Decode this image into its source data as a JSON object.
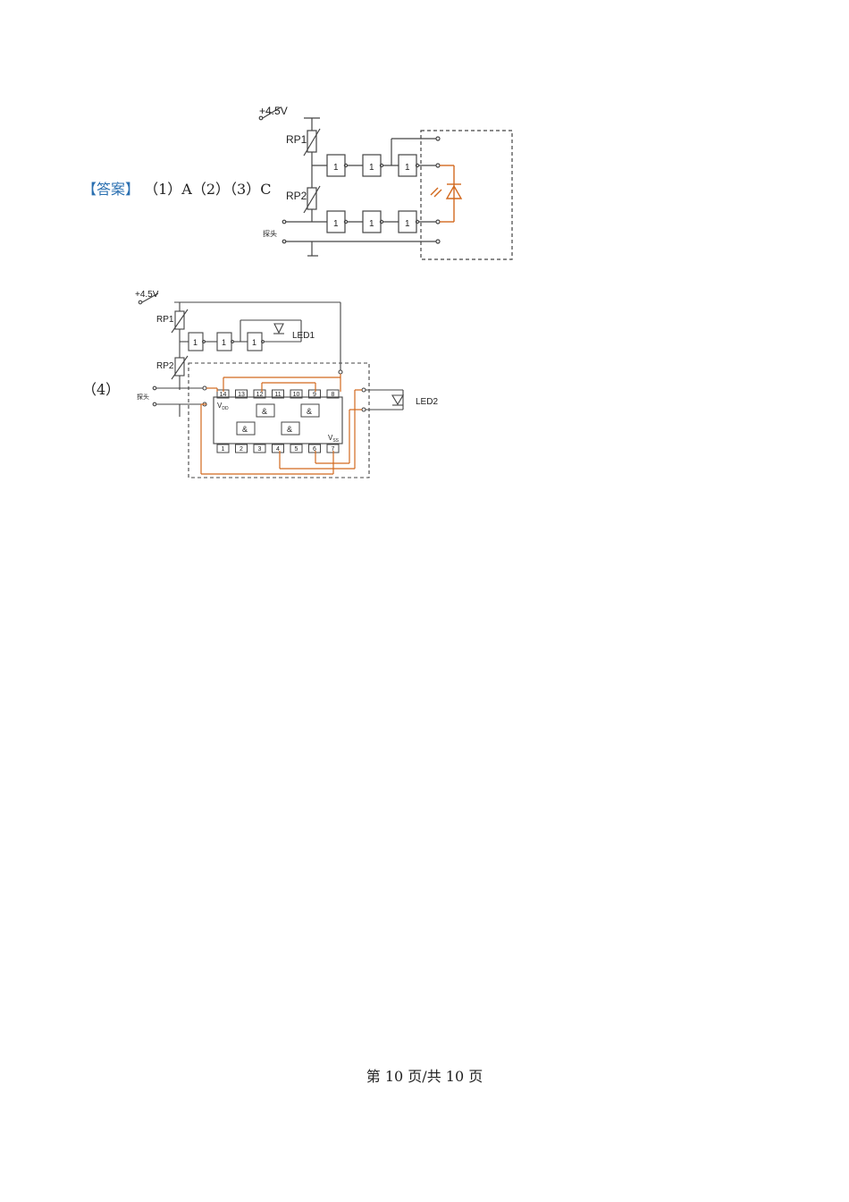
{
  "answer": {
    "tag": "【答案】",
    "text": "（1）A（2）（3）C"
  },
  "diagram1": {
    "supply_label": "+4.5V",
    "rp1_label": "RP1",
    "rp2_label": "RP2",
    "probe_label": "探头",
    "gate_label": "1"
  },
  "question4": {
    "label": "（4）"
  },
  "diagram2": {
    "supply_label": "+4.5V",
    "rp1_label": "RP1",
    "rp2_label": "RP2",
    "probe_label": "探头",
    "gate_label": "1",
    "led1_label": "LED1",
    "led2_label": "LED2",
    "vdd_label": "V",
    "vdd_sub": "DD",
    "vss_label": "V",
    "vss_sub": "SS",
    "and_label": "&",
    "top_pins": [
      "14",
      "13",
      "12",
      "11",
      "10",
      "9",
      "8"
    ],
    "bottom_pins": [
      "1",
      "2",
      "3",
      "4",
      "5",
      "6",
      "7"
    ]
  },
  "footer": {
    "page_text": "第 10 页/共 10 页"
  },
  "colors": {
    "wire": "#444444",
    "highlight": "#d2691e",
    "answer_tag": "#2a6fb0"
  }
}
